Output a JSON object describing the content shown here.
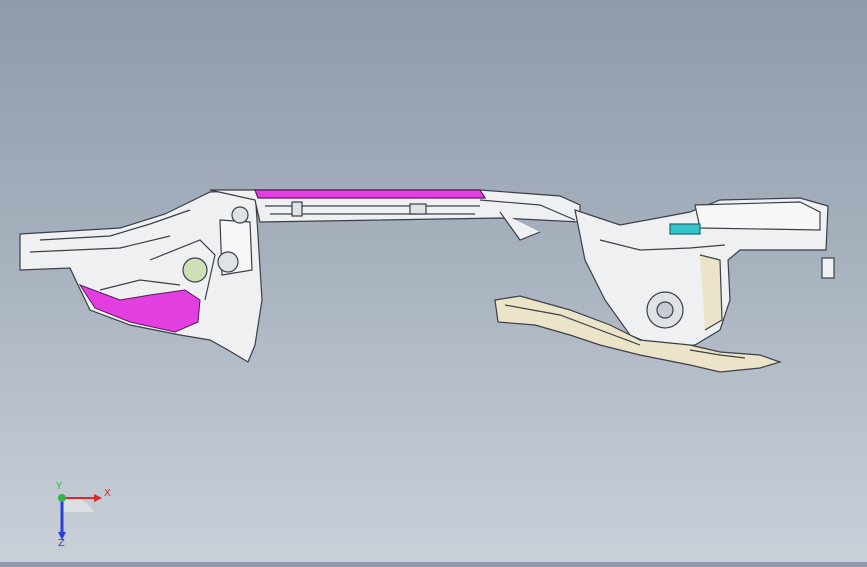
{
  "viewport": {
    "model": "car-body-side-frame-assembly"
  },
  "triad": {
    "x_label": "X",
    "y_label": "Y",
    "z_label": "Z",
    "colors": {
      "x": "#e0252b",
      "y": "#2fb34a",
      "z": "#2a3fd8"
    }
  },
  "colors": {
    "accent_highlight": "#e23ee0",
    "frame_fill": "#eef0f2",
    "frame_stroke": "#3a3f48",
    "cyan_part": "#33c4cc",
    "beige_part": "#ece4c8"
  }
}
